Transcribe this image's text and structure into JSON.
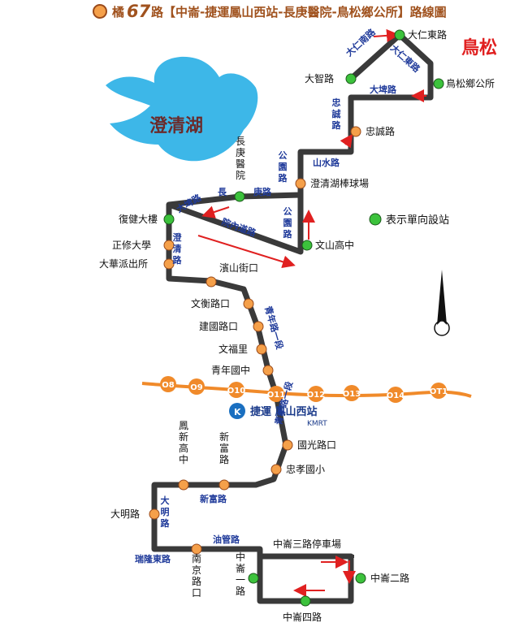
{
  "title": {
    "prefix": "橘",
    "number": "67",
    "suffix": "路【中崙-捷運鳳山西站-長庚醫院-鳥松鄉公所】路線圖"
  },
  "district": "鳥松",
  "lake": "澄清湖",
  "legend": "表示單向設站",
  "stops": {
    "daren_rd": "大仁東路",
    "dazhi_rd": "大智路",
    "niaosong_office": "鳥松鄉公所",
    "zhongcheng_rd": "忠誠路",
    "changgung_hospital": "長庚醫院",
    "baseball_field": "澄清湖棒球場",
    "fujian_building": "復健大樓",
    "zhengxiu_univ": "正修大學",
    "dahua_police": "大華派出所",
    "wenshan_high": "文山高中",
    "binshan_st": "濱山街口",
    "wenheng_rd": "文衡路口",
    "jianguo_rd": "建國路口",
    "wenfu_li": "文福里",
    "qingnian_junior": "青年國中",
    "mrt_station": "捷運 鳳山西站",
    "kmrt": "KMRT",
    "guoguang_rd": "國光路口",
    "zhongxiao_elem": "忠孝國小",
    "fengxin_high": "鳳新高中",
    "xinfu_rd": "新富路",
    "daming_rd": "大明路",
    "nanjing_rd": "南京路口",
    "zhonglun_1": "中崙一路",
    "zhonglun_2": "中崙二路",
    "zhonglun_3_parking": "中崙三路停車場",
    "zhonglun_4": "中崙四路"
  },
  "roads": {
    "daren_nan": "大仁南路",
    "daren_dong": "大仁東路",
    "dapi": "大埤路",
    "zhongcheng": "忠誠路",
    "shanshui": "山水路",
    "gongyuan_upper": "公園路",
    "gongyuan_lower": "公園路",
    "chang": "長",
    "geng": "庚路",
    "dapi_left": "大埤路",
    "yuannei": "院內道路",
    "chengqing": "澄清路",
    "qingnian_1": "青年路一段",
    "qingnian_2": "青年路一段",
    "xinfu": "新富路",
    "daming": "大明路",
    "youguan": "油管路",
    "ruilong": "瑞隆東路"
  },
  "mrt_line": {
    "color": "#f08a2a",
    "stations": [
      "O8",
      "O9",
      "O10",
      "O11",
      "O12",
      "O13",
      "O14",
      "OT1"
    ]
  },
  "colors": {
    "route": "#3a3a3a",
    "stop_orange": "#f5a04a",
    "stop_green": "#3cc23c",
    "lake": "#3db7e8",
    "road_label": "#1f3a9a",
    "arrow": "#e02020",
    "title": "#a0521e",
    "district": "#e02020"
  }
}
